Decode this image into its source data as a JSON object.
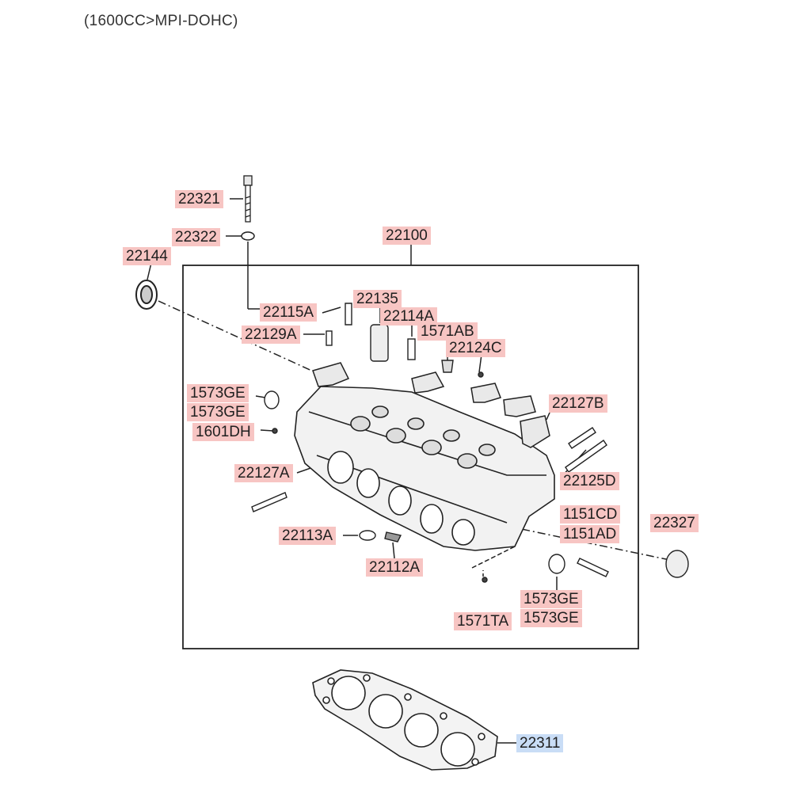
{
  "caption": "(1600CC>MPI-DOHC)",
  "colors": {
    "label_bg": "#f7c5c3",
    "selected_label_bg": "#c9ddf6",
    "line": "#222222"
  },
  "parts": [
    {
      "id": "p22321",
      "number": "22321"
    },
    {
      "id": "p22322",
      "number": "22322"
    },
    {
      "id": "p22144",
      "number": "22144"
    },
    {
      "id": "p22100",
      "number": "22100"
    },
    {
      "id": "p22115A",
      "number": "22115A"
    },
    {
      "id": "p22135",
      "number": "22135"
    },
    {
      "id": "p22114A",
      "number": "22114A"
    },
    {
      "id": "p22129A",
      "number": "22129A"
    },
    {
      "id": "p1571AB",
      "number": "1571AB"
    },
    {
      "id": "p22124C",
      "number": "22124C"
    },
    {
      "id": "p1573GE_a",
      "number": "1573GE"
    },
    {
      "id": "p1573GE_b",
      "number": "1573GE"
    },
    {
      "id": "p1601DH",
      "number": "1601DH"
    },
    {
      "id": "p22127B",
      "number": "22127B"
    },
    {
      "id": "p22127A",
      "number": "22127A"
    },
    {
      "id": "p22125D",
      "number": "22125D"
    },
    {
      "id": "p1151CD",
      "number": "1151CD"
    },
    {
      "id": "p22327",
      "number": "22327"
    },
    {
      "id": "p1151AD",
      "number": "1151AD"
    },
    {
      "id": "p22113A",
      "number": "22113A"
    },
    {
      "id": "p22112A",
      "number": "22112A"
    },
    {
      "id": "p1573GE_c",
      "number": "1573GE"
    },
    {
      "id": "p1571TA",
      "number": "1571TA"
    },
    {
      "id": "p1573GE_d",
      "number": "1573GE"
    },
    {
      "id": "p22311",
      "number": "22311",
      "selected": true
    }
  ]
}
